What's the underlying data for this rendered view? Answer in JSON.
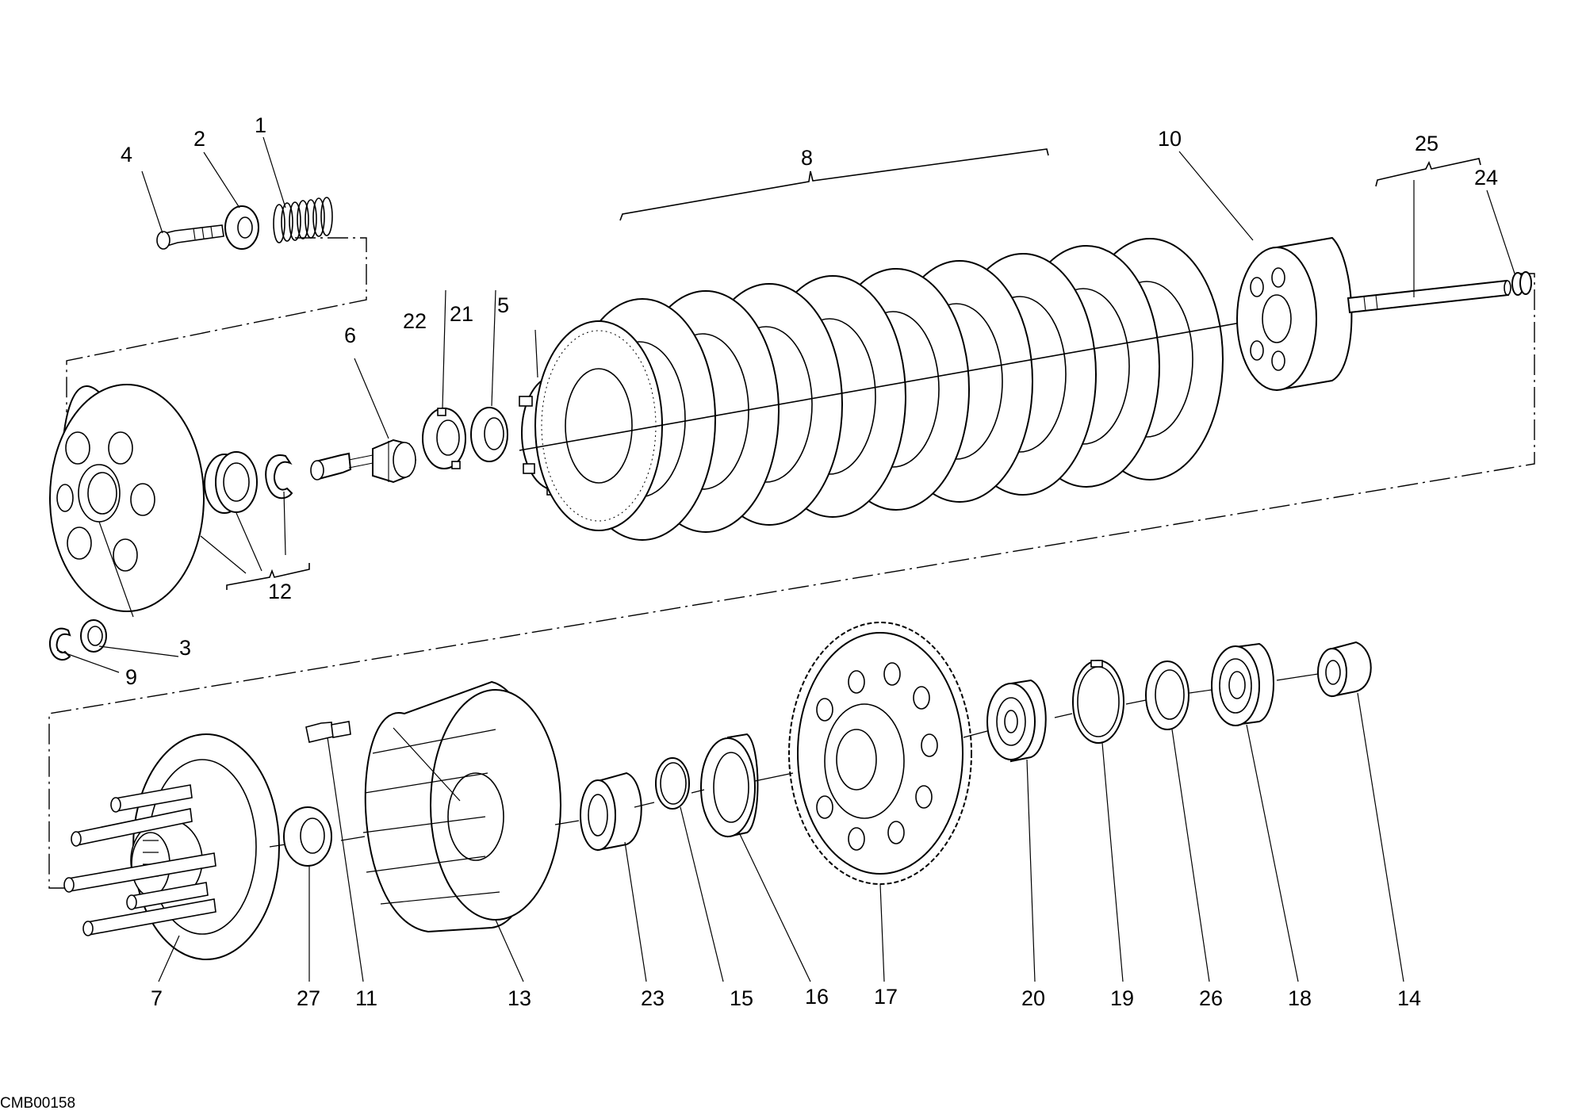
{
  "drawing_code": "CMB00158",
  "callouts": [
    {
      "id": "c1",
      "text": "1"
    },
    {
      "id": "c2",
      "text": "2"
    },
    {
      "id": "c3",
      "text": "3"
    },
    {
      "id": "c4",
      "text": "4"
    },
    {
      "id": "c5",
      "text": "5"
    },
    {
      "id": "c6",
      "text": "6"
    },
    {
      "id": "c7",
      "text": "7"
    },
    {
      "id": "c8",
      "text": "8"
    },
    {
      "id": "c9",
      "text": "9"
    },
    {
      "id": "c10",
      "text": "10"
    },
    {
      "id": "c11",
      "text": "11"
    },
    {
      "id": "c12",
      "text": "12"
    },
    {
      "id": "c13",
      "text": "13"
    },
    {
      "id": "c14",
      "text": "14"
    },
    {
      "id": "c15",
      "text": "15"
    },
    {
      "id": "c16",
      "text": "16"
    },
    {
      "id": "c17",
      "text": "17"
    },
    {
      "id": "c18",
      "text": "18"
    },
    {
      "id": "c19",
      "text": "19"
    },
    {
      "id": "c20",
      "text": "20"
    },
    {
      "id": "c21",
      "text": "21"
    },
    {
      "id": "c22",
      "text": "22"
    },
    {
      "id": "c23",
      "text": "23"
    },
    {
      "id": "c24",
      "text": "24"
    },
    {
      "id": "c25",
      "text": "25"
    },
    {
      "id": "c26",
      "text": "26"
    },
    {
      "id": "c27",
      "text": "27"
    }
  ]
}
